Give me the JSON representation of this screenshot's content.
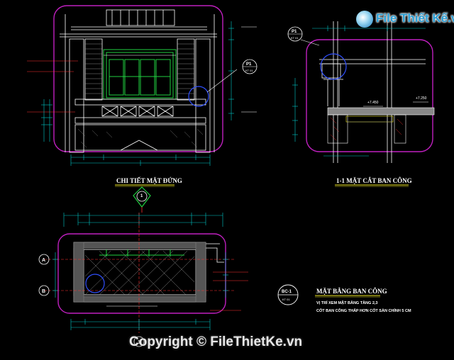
{
  "colors": {
    "background": "#000000",
    "frame": "#c020c0",
    "dim": "#00c8c8",
    "wall": "#ffffff",
    "window": "#20d040",
    "red": "#ff3030",
    "yellow": "#e8e020",
    "callout": "#3050ff"
  },
  "elevation": {
    "title": "CHI TIẾT MẶT ĐỨNG",
    "section_tag": "1",
    "p1_tag": "P1",
    "p1_sub": "KT 01"
  },
  "section": {
    "title": "1-1 MẶT CẮT BAN CÔNG",
    "p1_tag": "P1",
    "p1_sub": "KT 01",
    "level_a": "+7.450",
    "level_b": "+7.250"
  },
  "plan": {
    "title": "MẶT BẰNG BAN CÔNG",
    "tag": "BC-1",
    "tag_sub": "KT 01",
    "note1": "VỊ TRÍ XEM MẶT BẰNG TẦNG 2,3",
    "note2": "CỐT BAN CÔNG THẤP HƠN CỐT SÀN CHÍNH 5 CM",
    "axis_a": "A",
    "axis_b": "B",
    "axis_1": "1"
  },
  "watermark": {
    "logo": "File Thiết Kế.vn",
    "copyright": "Copyright © FileThietKe.vn"
  }
}
